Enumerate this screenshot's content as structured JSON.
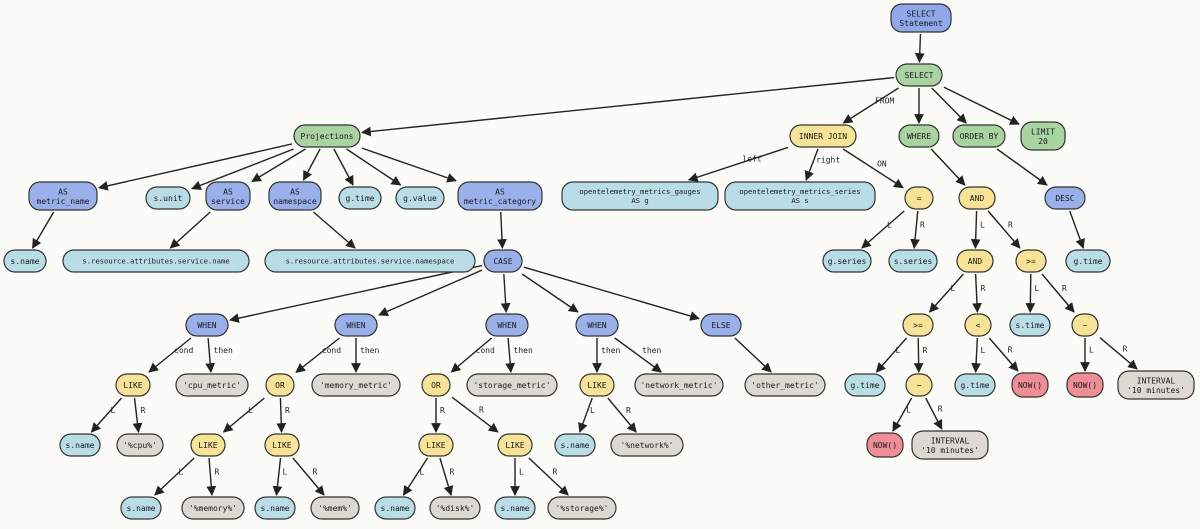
{
  "colors": {
    "stmt": "#8fa8ea",
    "clause": "#a9d4a0",
    "alias": "#9ab0ea",
    "col": "#b9dde6",
    "op": "#f6e395",
    "str": "#dcd8d2",
    "func": "#ef8e96",
    "case": "#9ab0ea"
  },
  "nodes": [
    {
      "id": "stmt",
      "type": "stmt",
      "lines": [
        "SELECT",
        "Statement"
      ]
    },
    {
      "id": "select",
      "type": "clause",
      "lines": [
        "SELECT"
      ]
    },
    {
      "id": "proj",
      "type": "clause",
      "lines": [
        "Projections"
      ]
    },
    {
      "id": "innerjoin",
      "type": "op",
      "lines": [
        "INNER JOIN"
      ]
    },
    {
      "id": "where",
      "type": "clause",
      "lines": [
        "WHERE"
      ]
    },
    {
      "id": "orderby",
      "type": "clause",
      "lines": [
        "ORDER BY"
      ]
    },
    {
      "id": "limit",
      "type": "clause",
      "lines": [
        "LIMIT",
        "20"
      ]
    },
    {
      "id": "as_mn",
      "type": "alias",
      "lines": [
        "AS",
        "metric_name"
      ]
    },
    {
      "id": "sunit",
      "type": "col",
      "lines": [
        "s.unit"
      ]
    },
    {
      "id": "as_svc",
      "type": "alias",
      "lines": [
        "AS",
        "service"
      ]
    },
    {
      "id": "as_ns",
      "type": "alias",
      "lines": [
        "AS",
        "namespace"
      ]
    },
    {
      "id": "gtime1",
      "type": "col",
      "lines": [
        "g.time"
      ]
    },
    {
      "id": "gvalue",
      "type": "col",
      "lines": [
        "g.value"
      ]
    },
    {
      "id": "as_mc",
      "type": "alias",
      "lines": [
        "AS",
        "metric_category"
      ]
    },
    {
      "id": "sname0",
      "type": "col",
      "lines": [
        "s.name"
      ]
    },
    {
      "id": "sattr_svc",
      "type": "col",
      "lines": [
        "s.resource.attributes.service.name"
      ]
    },
    {
      "id": "sattr_ns",
      "type": "col",
      "lines": [
        "s.resource.attributes.service.namespace"
      ]
    },
    {
      "id": "gauges",
      "type": "col",
      "lines": [
        "opentelemetry_metrics_gauges",
        "AS g"
      ]
    },
    {
      "id": "series",
      "type": "col",
      "lines": [
        "opentelemetry_metrics_series",
        "AS s"
      ]
    },
    {
      "id": "eq",
      "type": "op",
      "lines": [
        "="
      ]
    },
    {
      "id": "gseries",
      "type": "col",
      "lines": [
        "g.series"
      ]
    },
    {
      "id": "sseries",
      "type": "col",
      "lines": [
        "s.series"
      ]
    },
    {
      "id": "and1",
      "type": "op",
      "lines": [
        "AND"
      ]
    },
    {
      "id": "and2",
      "type": "op",
      "lines": [
        "AND"
      ]
    },
    {
      "id": "ge1",
      "type": "op",
      "lines": [
        ">="
      ]
    },
    {
      "id": "desc",
      "type": "alias",
      "lines": [
        "DESC"
      ]
    },
    {
      "id": "gtime_desc",
      "type": "col",
      "lines": [
        "g.time"
      ]
    },
    {
      "id": "stime",
      "type": "col",
      "lines": [
        "s.time"
      ]
    },
    {
      "id": "minus1",
      "type": "op",
      "lines": [
        "−"
      ]
    },
    {
      "id": "ge2",
      "type": "op",
      "lines": [
        ">="
      ]
    },
    {
      "id": "lt",
      "type": "op",
      "lines": [
        "<"
      ]
    },
    {
      "id": "gtime2",
      "type": "col",
      "lines": [
        "g.time"
      ]
    },
    {
      "id": "minus2",
      "type": "op",
      "lines": [
        "−"
      ]
    },
    {
      "id": "gtime3",
      "type": "col",
      "lines": [
        "g.time"
      ]
    },
    {
      "id": "now1",
      "type": "func",
      "lines": [
        "NOW()"
      ]
    },
    {
      "id": "now2",
      "type": "func",
      "lines": [
        "NOW()"
      ]
    },
    {
      "id": "int1",
      "type": "str",
      "lines": [
        "INTERVAL",
        "'10 minutes'"
      ]
    },
    {
      "id": "now3",
      "type": "func",
      "lines": [
        "NOW()"
      ]
    },
    {
      "id": "int2",
      "type": "str",
      "lines": [
        "INTERVAL",
        "'10 minutes'"
      ]
    },
    {
      "id": "case",
      "type": "case",
      "lines": [
        "CASE"
      ]
    },
    {
      "id": "when1",
      "type": "alias",
      "lines": [
        "WHEN"
      ]
    },
    {
      "id": "when2",
      "type": "alias",
      "lines": [
        "WHEN"
      ]
    },
    {
      "id": "when3",
      "type": "alias",
      "lines": [
        "WHEN"
      ]
    },
    {
      "id": "when4",
      "type": "alias",
      "lines": [
        "WHEN"
      ]
    },
    {
      "id": "else",
      "type": "alias",
      "lines": [
        "ELSE"
      ]
    },
    {
      "id": "like1",
      "type": "op",
      "lines": [
        "LIKE"
      ]
    },
    {
      "id": "cpu",
      "type": "str",
      "lines": [
        "'cpu_metric'"
      ]
    },
    {
      "id": "or1",
      "type": "op",
      "lines": [
        "OR"
      ]
    },
    {
      "id": "mem",
      "type": "str",
      "lines": [
        "'memory_metric'"
      ]
    },
    {
      "id": "or2",
      "type": "op",
      "lines": [
        "OR"
      ]
    },
    {
      "id": "stor",
      "type": "str",
      "lines": [
        "'storage_metric'"
      ]
    },
    {
      "id": "like4",
      "type": "op",
      "lines": [
        "LIKE"
      ]
    },
    {
      "id": "net",
      "type": "str",
      "lines": [
        "'network_metric'"
      ]
    },
    {
      "id": "other",
      "type": "str",
      "lines": [
        "'other_metric'"
      ]
    },
    {
      "id": "sname1",
      "type": "col",
      "lines": [
        "s.name"
      ]
    },
    {
      "id": "pcpu",
      "type": "str",
      "lines": [
        "'%cpu%'"
      ]
    },
    {
      "id": "like2a",
      "type": "op",
      "lines": [
        "LIKE"
      ]
    },
    {
      "id": "like2b",
      "type": "op",
      "lines": [
        "LIKE"
      ]
    },
    {
      "id": "like3a",
      "type": "op",
      "lines": [
        "LIKE"
      ]
    },
    {
      "id": "like3b",
      "type": "op",
      "lines": [
        "LIKE"
      ]
    },
    {
      "id": "sname4",
      "type": "col",
      "lines": [
        "s.name"
      ]
    },
    {
      "id": "pnet",
      "type": "str",
      "lines": [
        "'%network%'"
      ]
    },
    {
      "id": "sname2a",
      "type": "col",
      "lines": [
        "s.name"
      ]
    },
    {
      "id": "pmem",
      "type": "str",
      "lines": [
        "'%memory%'"
      ]
    },
    {
      "id": "sname2b",
      "type": "col",
      "lines": [
        "s.name"
      ]
    },
    {
      "id": "pmemp",
      "type": "str",
      "lines": [
        "'%mem%'"
      ]
    },
    {
      "id": "sname3a",
      "type": "col",
      "lines": [
        "s.name"
      ]
    },
    {
      "id": "pdisk",
      "type": "str",
      "lines": [
        "'%disk%'"
      ]
    },
    {
      "id": "sname3b",
      "type": "col",
      "lines": [
        "s.name"
      ]
    },
    {
      "id": "pstor",
      "type": "str",
      "lines": [
        "'%storage%'"
      ]
    }
  ],
  "edges": [
    {
      "from": "stmt",
      "to": "select"
    },
    {
      "from": "select",
      "to": "proj"
    },
    {
      "from": "select",
      "to": "innerjoin",
      "label": "FROM"
    },
    {
      "from": "select",
      "to": "where"
    },
    {
      "from": "select",
      "to": "orderby"
    },
    {
      "from": "select",
      "to": "limit"
    },
    {
      "from": "proj",
      "to": "as_mn"
    },
    {
      "from": "proj",
      "to": "sunit"
    },
    {
      "from": "proj",
      "to": "as_svc"
    },
    {
      "from": "proj",
      "to": "as_ns"
    },
    {
      "from": "proj",
      "to": "gtime1"
    },
    {
      "from": "proj",
      "to": "gvalue"
    },
    {
      "from": "proj",
      "to": "as_mc"
    },
    {
      "from": "as_mn",
      "to": "sname0"
    },
    {
      "from": "as_svc",
      "to": "sattr_svc"
    },
    {
      "from": "as_ns",
      "to": "sattr_ns"
    },
    {
      "from": "as_mc",
      "to": "case"
    },
    {
      "from": "innerjoin",
      "to": "gauges",
      "label": "left"
    },
    {
      "from": "innerjoin",
      "to": "series",
      "label": "right"
    },
    {
      "from": "innerjoin",
      "to": "eq",
      "label": "ON"
    },
    {
      "from": "eq",
      "to": "gseries",
      "label": "L"
    },
    {
      "from": "eq",
      "to": "sseries",
      "label": "R"
    },
    {
      "from": "where",
      "to": "and1"
    },
    {
      "from": "and1",
      "to": "and2",
      "label": "L"
    },
    {
      "from": "and1",
      "to": "ge1",
      "label": "R"
    },
    {
      "from": "orderby",
      "to": "desc"
    },
    {
      "from": "desc",
      "to": "gtime_desc"
    },
    {
      "from": "and2",
      "to": "ge2",
      "label": "L"
    },
    {
      "from": "and2",
      "to": "lt",
      "label": "R"
    },
    {
      "from": "ge1",
      "to": "stime",
      "label": "L"
    },
    {
      "from": "ge1",
      "to": "minus1",
      "label": "R"
    },
    {
      "from": "ge2",
      "to": "gtime2",
      "label": "L"
    },
    {
      "from": "ge2",
      "to": "minus2",
      "label": "R"
    },
    {
      "from": "lt",
      "to": "gtime3",
      "label": "L"
    },
    {
      "from": "lt",
      "to": "now1",
      "label": "R"
    },
    {
      "from": "minus1",
      "to": "now2",
      "label": "L"
    },
    {
      "from": "minus1",
      "to": "int1",
      "label": "R"
    },
    {
      "from": "minus2",
      "to": "now3",
      "label": "L"
    },
    {
      "from": "minus2",
      "to": "int2",
      "label": "R"
    },
    {
      "from": "case",
      "to": "when1"
    },
    {
      "from": "case",
      "to": "when2"
    },
    {
      "from": "case",
      "to": "when3"
    },
    {
      "from": "case",
      "to": "when4"
    },
    {
      "from": "case",
      "to": "else"
    },
    {
      "from": "when1",
      "to": "like1",
      "label": "cond"
    },
    {
      "from": "when1",
      "to": "cpu",
      "label": "then"
    },
    {
      "from": "when2",
      "to": "or1",
      "label": "cond"
    },
    {
      "from": "when2",
      "to": "mem",
      "label": "then"
    },
    {
      "from": "when3",
      "to": "or2",
      "label": "cond"
    },
    {
      "from": "when3",
      "to": "stor",
      "label": "then"
    },
    {
      "from": "when4",
      "to": "like4",
      "label": "then"
    },
    {
      "from": "when4",
      "to": "net",
      "label": "then"
    },
    {
      "from": "else",
      "to": "other"
    },
    {
      "from": "like1",
      "to": "sname1",
      "label": "L"
    },
    {
      "from": "like1",
      "to": "pcpu",
      "label": "R"
    },
    {
      "from": "or1",
      "to": "like2a",
      "label": "L"
    },
    {
      "from": "or1",
      "to": "like2b",
      "label": "R"
    },
    {
      "from": "or2",
      "to": "like3a",
      "label": "R"
    },
    {
      "from": "or2",
      "to": "like3b",
      "label": "R"
    },
    {
      "from": "like4",
      "to": "sname4",
      "label": "L"
    },
    {
      "from": "like4",
      "to": "pnet",
      "label": "R"
    },
    {
      "from": "like2a",
      "to": "sname2a",
      "label": "L"
    },
    {
      "from": "like2a",
      "to": "pmem",
      "label": "R"
    },
    {
      "from": "like2b",
      "to": "sname2b",
      "label": "L"
    },
    {
      "from": "like2b",
      "to": "pmemp",
      "label": "R"
    },
    {
      "from": "like3a",
      "to": "sname3a",
      "label": "L"
    },
    {
      "from": "like3a",
      "to": "pdisk",
      "label": "R"
    },
    {
      "from": "like3b",
      "to": "sname3b",
      "label": "L"
    },
    {
      "from": "like3b",
      "to": "pstor",
      "label": "R"
    }
  ]
}
